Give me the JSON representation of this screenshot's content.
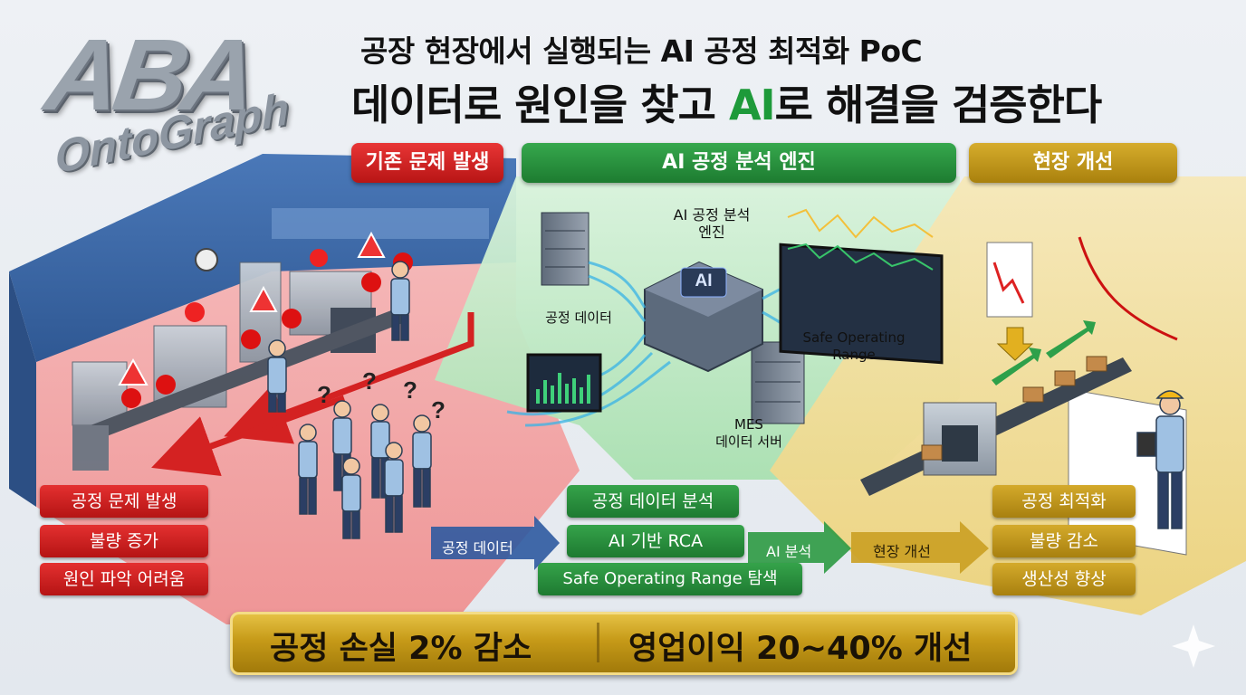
{
  "logo": {
    "main": "ABA",
    "sub": "OntoGraph"
  },
  "headline": {
    "line1": "공장 현장에서 실행되는 AI 공정 최적화 PoC",
    "line2_pre": "데이터로 원인을 찾고 ",
    "line2_highlight": "AI",
    "line2_post": "로 해결을 검증한다"
  },
  "zones": {
    "problem": {
      "header": "기존 문제 발생"
    },
    "engine": {
      "header": "AI 공정 분석 엔진",
      "center_label": "AI 공정 분석\n엔진",
      "chip_text": "AI",
      "process_data_label": "공정 데이터",
      "safe_range_label": "Safe Operating\nRange",
      "mes_label": "MES\n데이터 서버"
    },
    "improve": {
      "header": "현장 개선"
    }
  },
  "problem_labels": [
    "공정 문제 발생",
    "불량 증가",
    "원인 파악 어려움"
  ],
  "flow": {
    "step1": "공정 데이터",
    "engine_labels": [
      "공정 데이터 분석",
      "AI 기반 RCA",
      "Safe Operating Range 탐색"
    ],
    "step2": "AI 분석",
    "step3": "현장 개선"
  },
  "result_labels": [
    "공정 최적화",
    "불량 감소",
    "생산성 향상"
  ],
  "banner": {
    "left": "공정 손실 2% 감소",
    "right": "영업이익 20~40% 개선"
  },
  "colors": {
    "red": "#d42222",
    "green": "#27903c",
    "gold": "#c59a1a",
    "blue_wall": "#3e6aac"
  }
}
